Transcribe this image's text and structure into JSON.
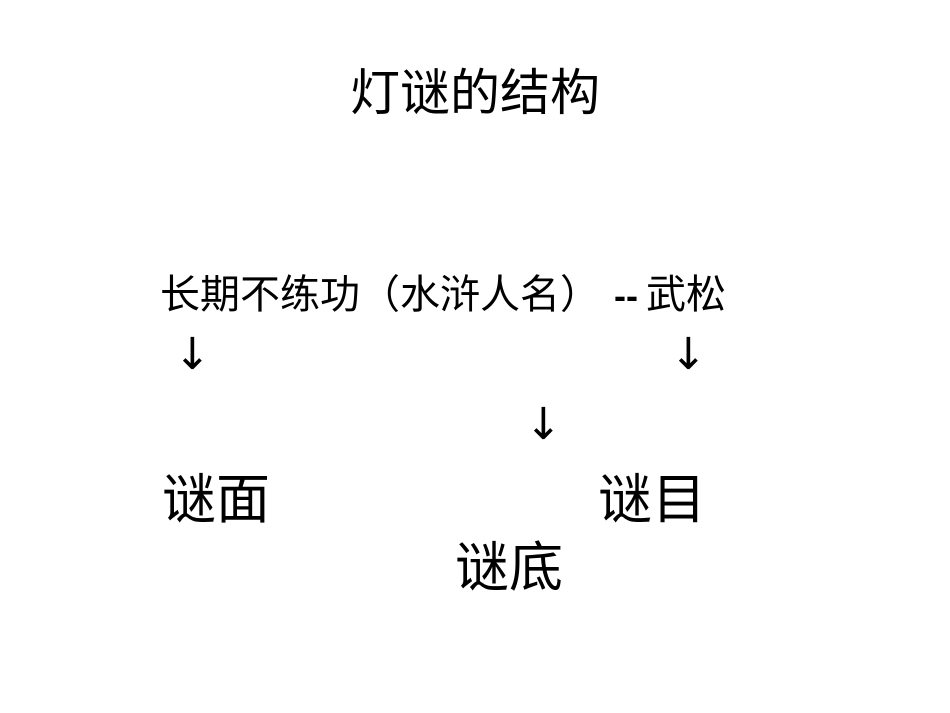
{
  "title": "灯谜的结构",
  "riddle": {
    "question": "长期不练功（水浒人名）",
    "separator": "--",
    "answer": "武松"
  },
  "arrows": {
    "left": "↓",
    "right": "↓",
    "middle": "↓"
  },
  "labels": {
    "face": "谜面",
    "category": "谜目",
    "answer": "谜底"
  }
}
